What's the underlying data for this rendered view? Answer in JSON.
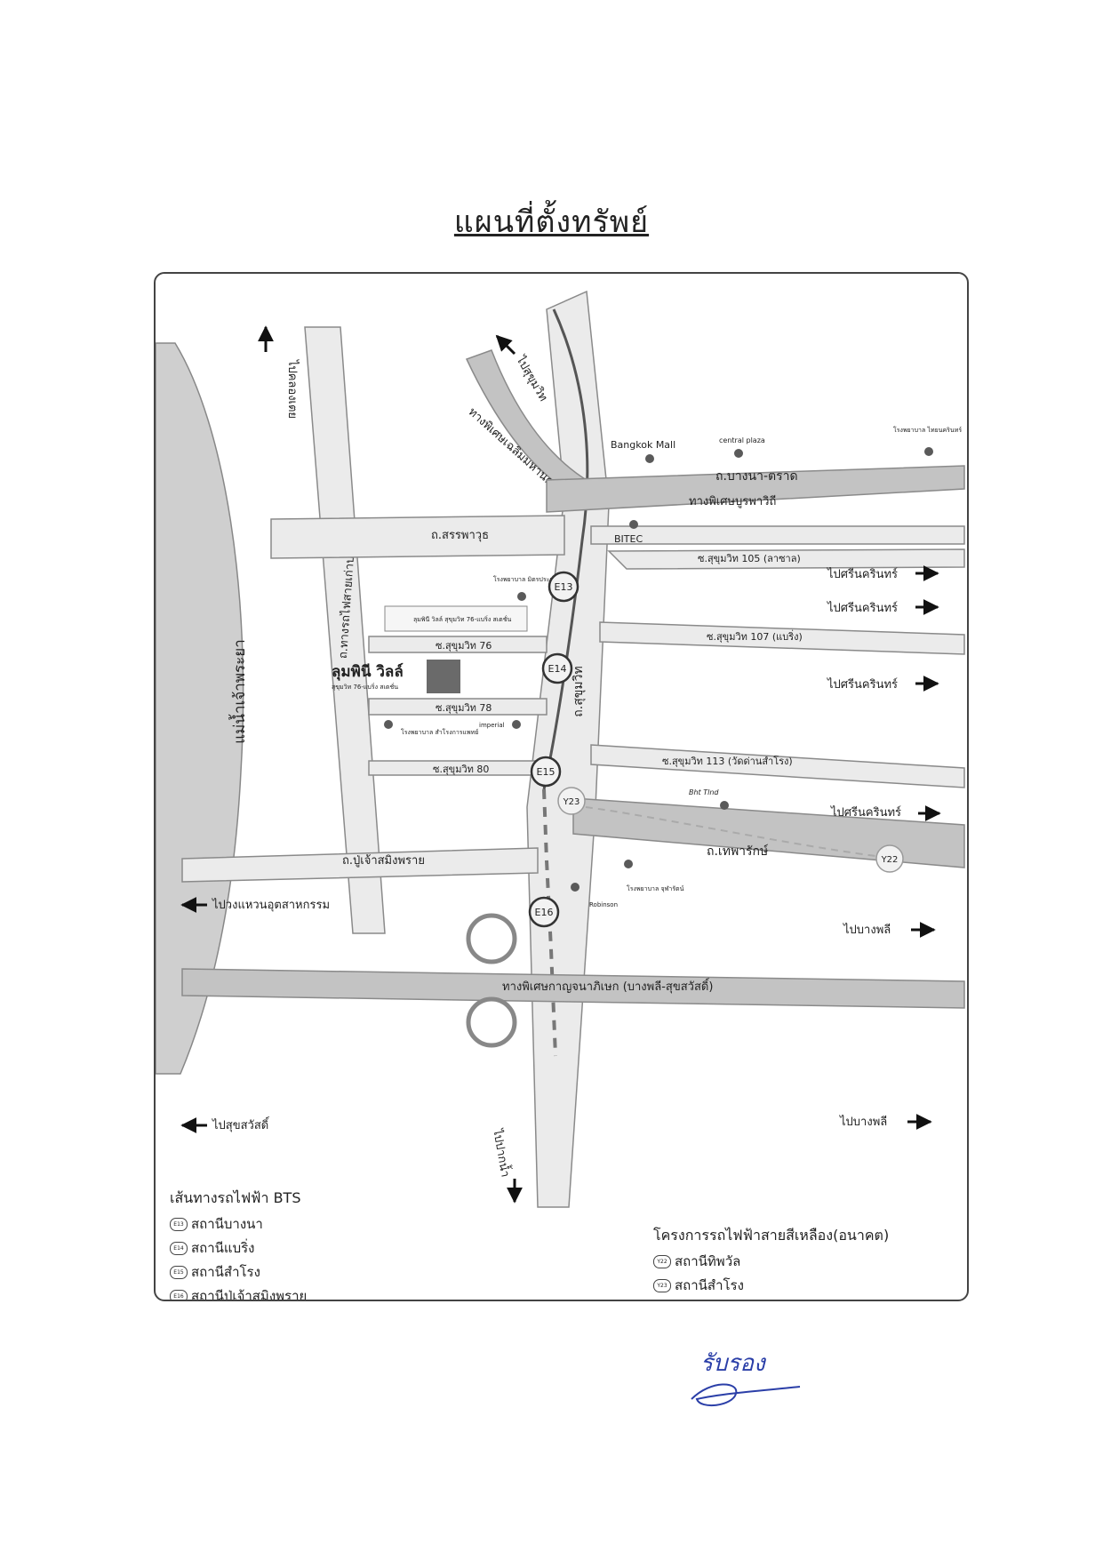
{
  "page": {
    "title": "แผนที่ตั้งทรัพย์"
  },
  "map": {
    "river": "แม่น้ำเจ้าพระยา",
    "roads": {
      "bts_rail_road": "ถ.ทางรถไฟสายเก่าปากน้ำ",
      "sanphawut": "ถ.สรรพาวุธ",
      "bangna_trat": "ถ.บางนา-ตราด",
      "burapha_withi": "ทางพิเศษบูรพาวิถี",
      "chaloem": "ทางพิเศษเฉลิมมหานคร",
      "sukhumvit": "ถ.สุขุมวิท",
      "soi105": "ซ.สุขุมวิท 105 (ลาซาล)",
      "soi107": "ซ.สุขุมวิท 107 (แบริ่ง)",
      "soi113": "ซ.สุขุมวิท 113 (วัดด่านสำโรง)",
      "soi76": "ซ.สุขุมวิท 76",
      "soi78": "ซ.สุขุมวิท 78",
      "soi80": "ซ.สุขุมวิท 80",
      "puchao": "ถ.ปู่เจ้าสมิงพราย",
      "theparak": "ถ.เทพารักษ์",
      "kanchana": "ทางพิเศษกาญจนาภิเษก (บางพลี-สุขสวัสดิ์)"
    },
    "directions": {
      "klong_toei": "ไปคลองเตย",
      "sukhumvit_n": "ไปสุขุมวิท",
      "srinakarin": "ไปศรีนครินทร์",
      "industrial_ring": "ไปวงแหวนอุตสาหกรรม",
      "bang_phli": "ไปบางพลี",
      "suksawat": "ไปสุขสวัสดิ์",
      "pak_nam": "ไปปากน้ำ"
    },
    "pois": {
      "bangkok_mall": "Bangkok Mall",
      "central_plaza": "central plaza",
      "hospital_thainakarin": "โรงพยาบาล ไทยนครินทร์",
      "bitec": "BITEC",
      "hospital_mitrpracha": "โรงพยาบาล มิตรประชา",
      "lumpini_small": "ลุมพินี วิลล์ สุขุมวิท 76-แบริ่ง สเตชั่น",
      "property_name": "ลุมพินี วิลล์",
      "property_sub": "สุขุมวิท 76-แบริ่ง สเตชั่น",
      "hospital_samrong": "โรงพยาบาล สำโรงการแพทย์",
      "imperial": "imperial",
      "hospital_chularat": "โรงพยาบาล จุฬารัตน์",
      "robinson": "Robinson",
      "bts_signature": "Bht Tlnd"
    },
    "stations": [
      "E13",
      "E14",
      "E15",
      "E16",
      "Y23",
      "Y22"
    ]
  },
  "legend": {
    "bts_title": "เส้นทางรถไฟฟ้า BTS",
    "bts_items": [
      {
        "code": "E13",
        "label": "สถานีบางนา"
      },
      {
        "code": "E14",
        "label": "สถานีแบริ่ง"
      },
      {
        "code": "E15",
        "label": "สถานีสำโรง"
      },
      {
        "code": "E16",
        "label": "สถานีปู่เจ้าสมิงพราย"
      }
    ],
    "yellow_title": "โครงการรถไฟฟ้าสายสีเหลือง(อนาคต)",
    "yellow_items": [
      {
        "code": "Y22",
        "label": "สถานีทิพวัล"
      },
      {
        "code": "Y23",
        "label": "สถานีสำโรง"
      }
    ]
  },
  "signature": {
    "text": "รับรอง"
  }
}
